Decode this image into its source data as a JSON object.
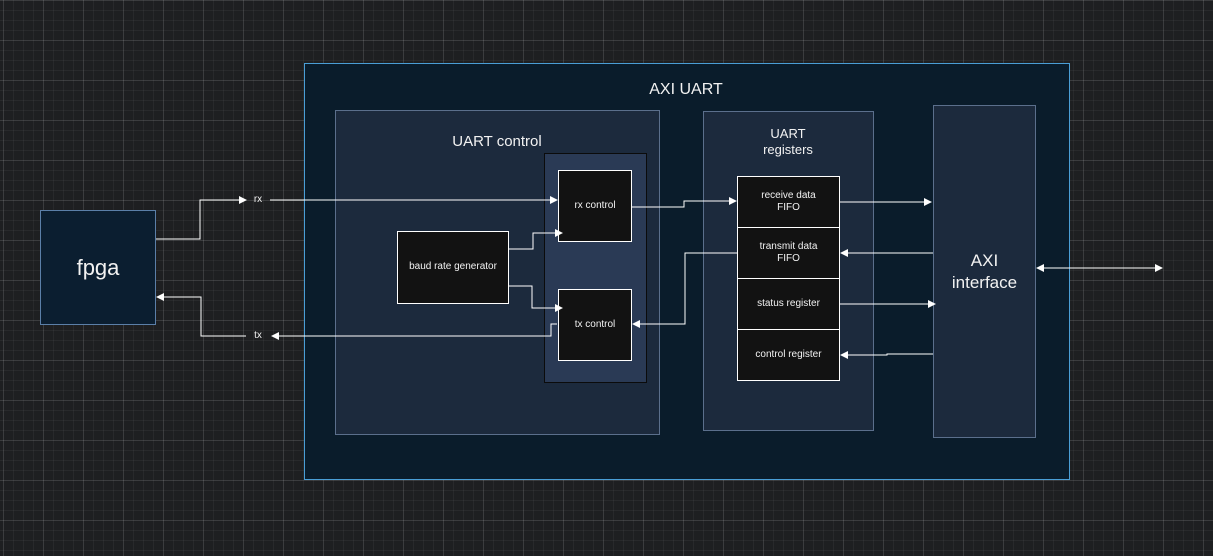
{
  "fpga": {
    "label": "fpga"
  },
  "axi_uart": {
    "title": "AXI UART"
  },
  "uart_control": {
    "title": "UART control"
  },
  "uart_registers": {
    "title": "UART\nregisters"
  },
  "blocks": {
    "rx_control": "rx control",
    "tx_control": "tx control",
    "baud_rate_generator": "baud rate generator",
    "receive_fifo": "receive data\nFIFO",
    "transmit_fifo": "transmit data\nFIFO",
    "status_register": "status register",
    "control_register": "control register",
    "axi_interface": "AXI\ninterface"
  },
  "signals": {
    "rx": "rx",
    "tx": "tx"
  },
  "colors": {
    "axi_uart_fill": "#0a1c2b",
    "axi_uart_border": "#4a9ed6",
    "panel_fill": "#1c2a3d",
    "panel_border": "#5b6f8c",
    "fpga_fill": "#0b1e30",
    "block_fill": "#121212",
    "line": "#ffffff"
  }
}
